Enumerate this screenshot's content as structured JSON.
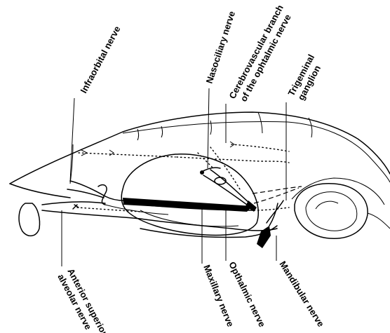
{
  "labels": {
    "infraorbital": "Infraorbital nerve",
    "nasociliary": "Nasociliary nerve",
    "cerebro_line1": "Cerebrovascular branch",
    "cerebro_line2": "of the ophtalmic nerve",
    "trigeminal_line1": "Trigeminal",
    "trigeminal_line2": "ganglion",
    "anterior_line1": "Anterior superior",
    "anterior_line2": "alveolar nerve",
    "maxillary": "Maxillary nerve",
    "opthalmic": "Opthalmic nerve",
    "mandibular": "Mandibular nerve"
  },
  "colors": {
    "ink": "#000000",
    "background": "#ffffff"
  }
}
